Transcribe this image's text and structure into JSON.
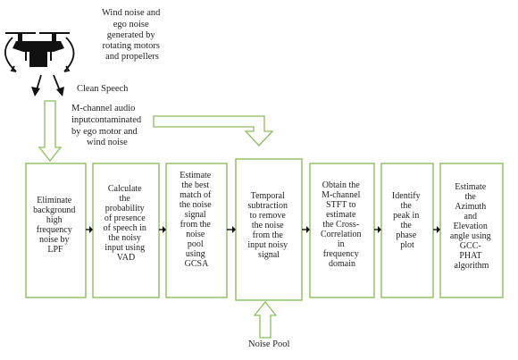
{
  "notes": {
    "wind_noise": [
      "Wind noise and",
      "ego noise",
      "generated by",
      "rotating motors",
      "and propellers"
    ],
    "clean_speech": "Clean Speech",
    "audio_input": [
      "M-channel audio",
      "inputcontaminated",
      "by ego motor and",
      "wind noise"
    ],
    "noise_pool": "Noise Pool"
  },
  "steps": [
    {
      "lines": [
        "Eliminate",
        "background",
        "high",
        "frequency",
        "noise by",
        "LPF"
      ]
    },
    {
      "lines": [
        "Calculate",
        "the",
        "probability",
        "of presence",
        "of speech in",
        "the noisy",
        "input using",
        "VAD"
      ]
    },
    {
      "lines": [
        "Estimate",
        "the best",
        "match of",
        "the noise",
        "signal",
        "from the",
        "noise",
        "pool",
        "using",
        "GCSA"
      ]
    },
    {
      "lines": [
        "Temporal",
        "subtraction",
        "to remove",
        "the noise",
        "from the",
        "input noisy",
        "signal"
      ]
    },
    {
      "lines": [
        "Obtain the",
        "M-channel",
        "STFT to",
        "estimate",
        "the Cross-",
        "Correlation",
        "in",
        "frequency",
        "domain"
      ]
    },
    {
      "lines": [
        "Identify",
        "the",
        "peak in",
        "the",
        "phase",
        "plot"
      ]
    },
    {
      "lines": [
        "Estimate",
        "the",
        "Azimuth",
        "and",
        "Elevation",
        "angle using",
        "GCC-",
        "PHAT",
        "algorithm"
      ]
    }
  ],
  "colors": {
    "box_border": "#8cbf5a",
    "drone": "#111111",
    "text": "#222222"
  },
  "icons": {
    "drone": "drone-icon"
  }
}
